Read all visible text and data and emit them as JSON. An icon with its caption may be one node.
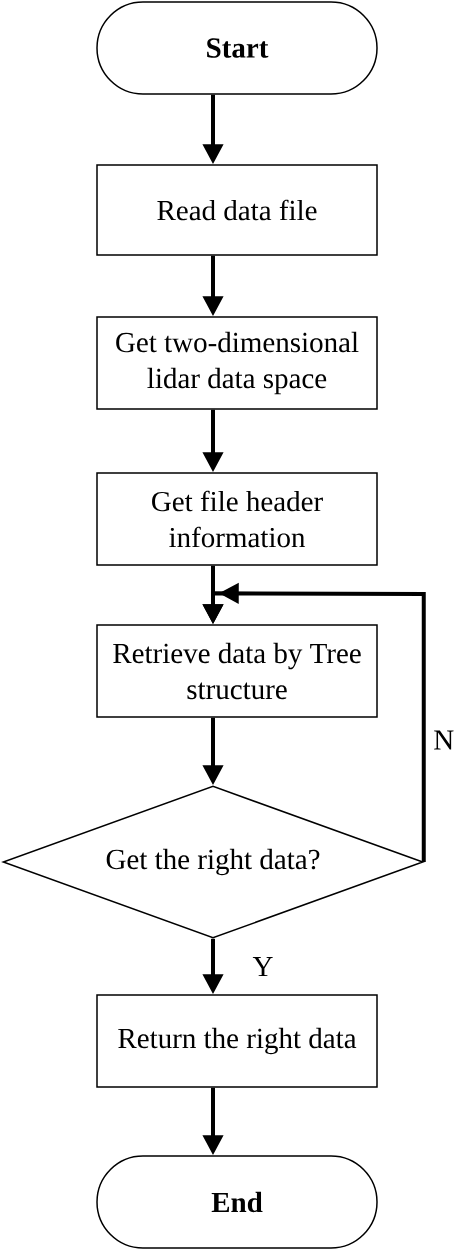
{
  "diagram": {
    "nodes": [
      {
        "text": [
          "**Start**"
        ]
      },
      {
        "text": [
          "Read data file"
        ]
      },
      {
        "text": [
          "Get two-dimensional lidar data space"
        ]
      },
      {
        "text": [
          "Get file header information"
        ]
      },
      {
        "text": [
          "Retrieve data by Tree structure"
        ]
      },
      {
        "text": [
          "Get the right data?"
        ]
      },
      {
        "text": [
          "Return the right data"
        ]
      },
      {
        "text": [
          "**End**"
        ]
      }
    ],
    "edges": [
      {
        "from": 0,
        "to": 1,
        "arrow": "to"
      },
      {
        "from": 1,
        "to": 2,
        "arrow": "to"
      },
      {
        "from": 2,
        "to": 3,
        "arrow": "to"
      },
      {
        "from": 3,
        "to": 4,
        "arrow": "to"
      },
      {
        "from": 4,
        "to": 5,
        "arrow": "to"
      },
      {
        "from": 5,
        "to": 6,
        "arrow": "to",
        "label": "Y"
      },
      {
        "from": 5,
        "to": 4,
        "arrow": "to",
        "label": "N"
      },
      {
        "from": 6,
        "to": 7,
        "arrow": "to"
      }
    ]
  }
}
